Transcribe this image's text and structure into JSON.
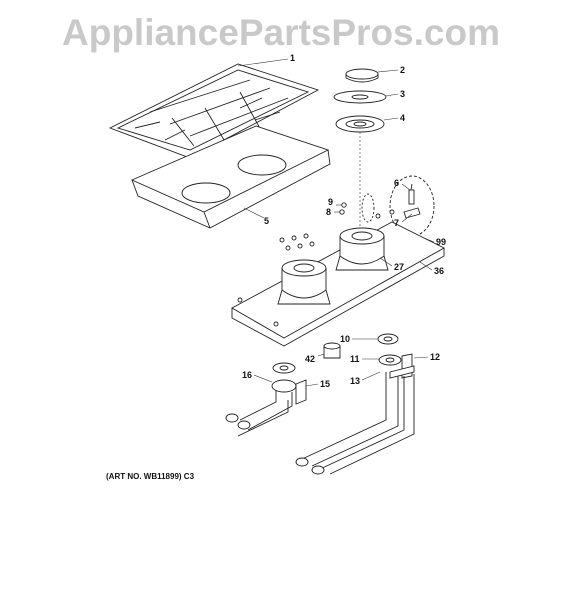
{
  "watermark": "AppliancePartsPros.com",
  "art_note": "(ART NO. WB11899) C3",
  "callouts": [
    "1",
    "2",
    "3",
    "4",
    "5",
    "6",
    "7",
    "8",
    "9",
    "99",
    "27",
    "36",
    "10",
    "42",
    "11",
    "12",
    "13",
    "16",
    "15"
  ]
}
